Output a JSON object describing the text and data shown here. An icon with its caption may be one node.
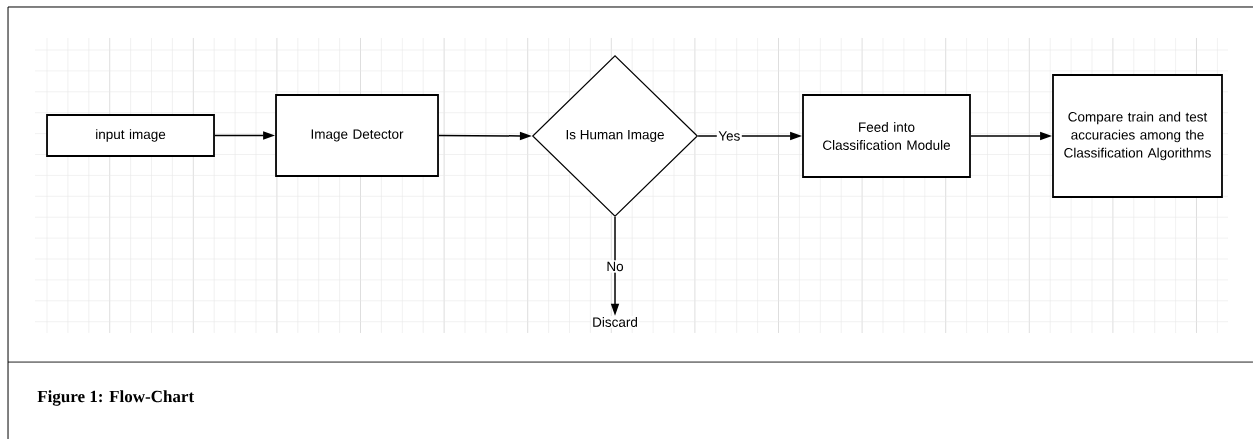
{
  "diagram": {
    "caption": "Figure 1: Flow-Chart",
    "nodes": [
      {
        "text": [
          "input image"
        ]
      },
      {
        "text": [
          "Image Detector"
        ]
      },
      {
        "text": [
          "Is Human Image"
        ]
      },
      {
        "text": [
          "Feed into Classification Module"
        ]
      },
      {
        "text": [
          "Compare train and test accuracies among the Classification Algorithms"
        ]
      },
      {
        "text": [
          "Discard"
        ]
      }
    ],
    "edges": [
      {
        "from": 0,
        "to": 1,
        "arrow": "to"
      },
      {
        "from": 1,
        "to": 2,
        "arrow": "to"
      },
      {
        "from": 2,
        "to": 3,
        "arrow": "to",
        "label": "Yes"
      },
      {
        "from": 3,
        "to": 4,
        "arrow": "to"
      },
      {
        "from": 2,
        "to": 5,
        "arrow": "to",
        "label": "No"
      }
    ]
  }
}
